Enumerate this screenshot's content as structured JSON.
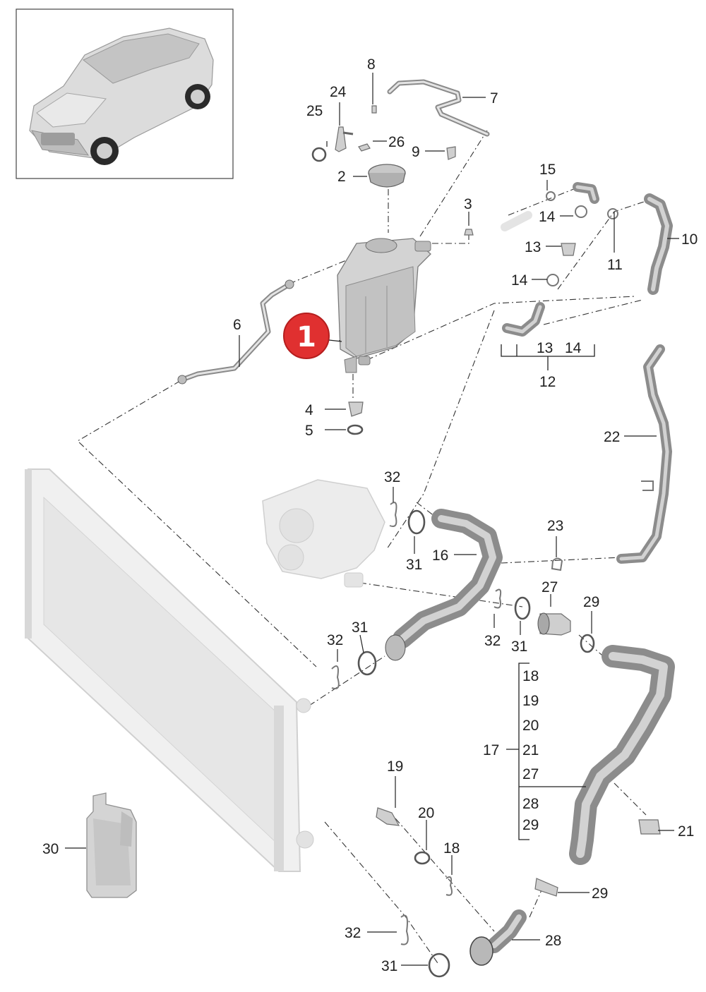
{
  "diagram": {
    "highlight_badge": "1",
    "labels": {
      "p2": "2",
      "p3": "3",
      "p4": "4",
      "p5": "5",
      "p6": "6",
      "p7": "7",
      "p8": "8",
      "p9": "9",
      "p10": "10",
      "p11": "11",
      "p12": "12",
      "p13a": "13",
      "p13b": "13",
      "p14a": "14",
      "p14b": "14",
      "p14c": "14",
      "p15": "15",
      "p16": "16",
      "p17": "17",
      "p18a": "18",
      "p18b": "18",
      "p19a": "19",
      "p19b": "19",
      "p20a": "20",
      "p20b": "20",
      "p21a": "21",
      "p21b": "21",
      "p22": "22",
      "p23": "23",
      "p24": "24",
      "p25": "25",
      "p26": "26",
      "p27a": "27",
      "p27b": "27",
      "p28a": "28",
      "p28b": "28",
      "p29a": "29",
      "p29b": "29",
      "p29c": "29",
      "p30": "30",
      "p31a": "31",
      "p31b": "31",
      "p31c": "31",
      "p31d": "31",
      "p32a": "32",
      "p32b": "32",
      "p32c": "32",
      "p32d": "32"
    },
    "colors": {
      "badge": "#e03030",
      "line": "#222222",
      "part_fill": "#cfcfcf",
      "ghost_fill": "#ebebeb"
    }
  }
}
